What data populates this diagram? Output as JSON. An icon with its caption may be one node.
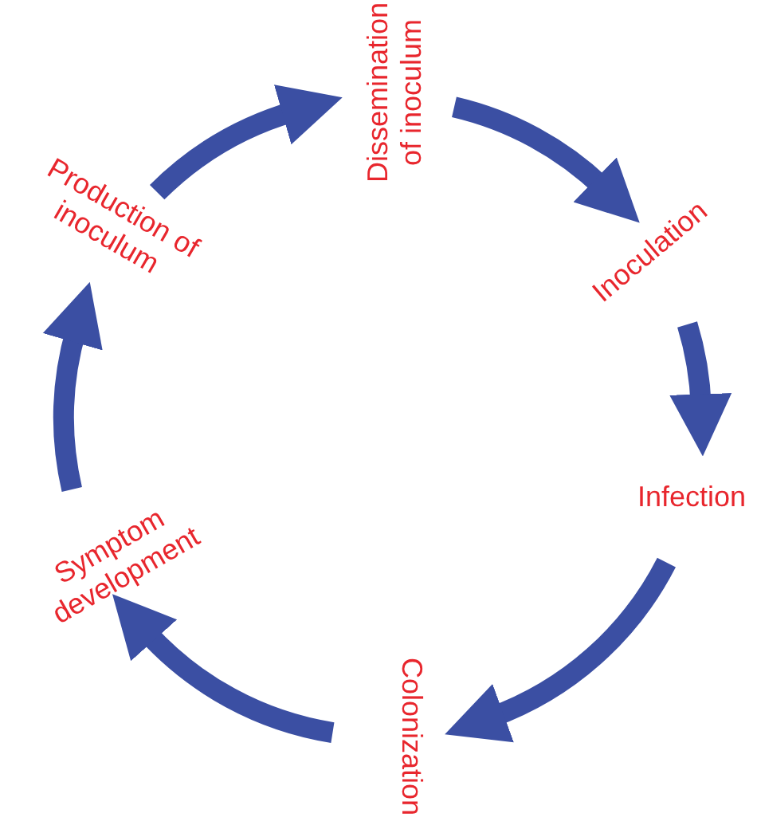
{
  "diagram": {
    "nodes": [
      {
        "text": [
          "Production of inoculum"
        ]
      },
      {
        "text": [
          "Dissemination of inoculum"
        ]
      },
      {
        "text": [
          "Inoculation"
        ]
      },
      {
        "text": [
          "Infection"
        ]
      },
      {
        "text": [
          "Colonization"
        ]
      },
      {
        "text": [
          "Symptom development"
        ]
      }
    ],
    "edges": [
      {
        "from": 0,
        "to": 1,
        "arrow": "to"
      },
      {
        "from": 1,
        "to": 2,
        "arrow": "to"
      },
      {
        "from": 2,
        "to": 3,
        "arrow": "to"
      },
      {
        "from": 3,
        "to": 4,
        "arrow": "to"
      },
      {
        "from": 4,
        "to": 5,
        "arrow": "to"
      },
      {
        "from": 5,
        "to": 0,
        "arrow": "to"
      }
    ]
  }
}
